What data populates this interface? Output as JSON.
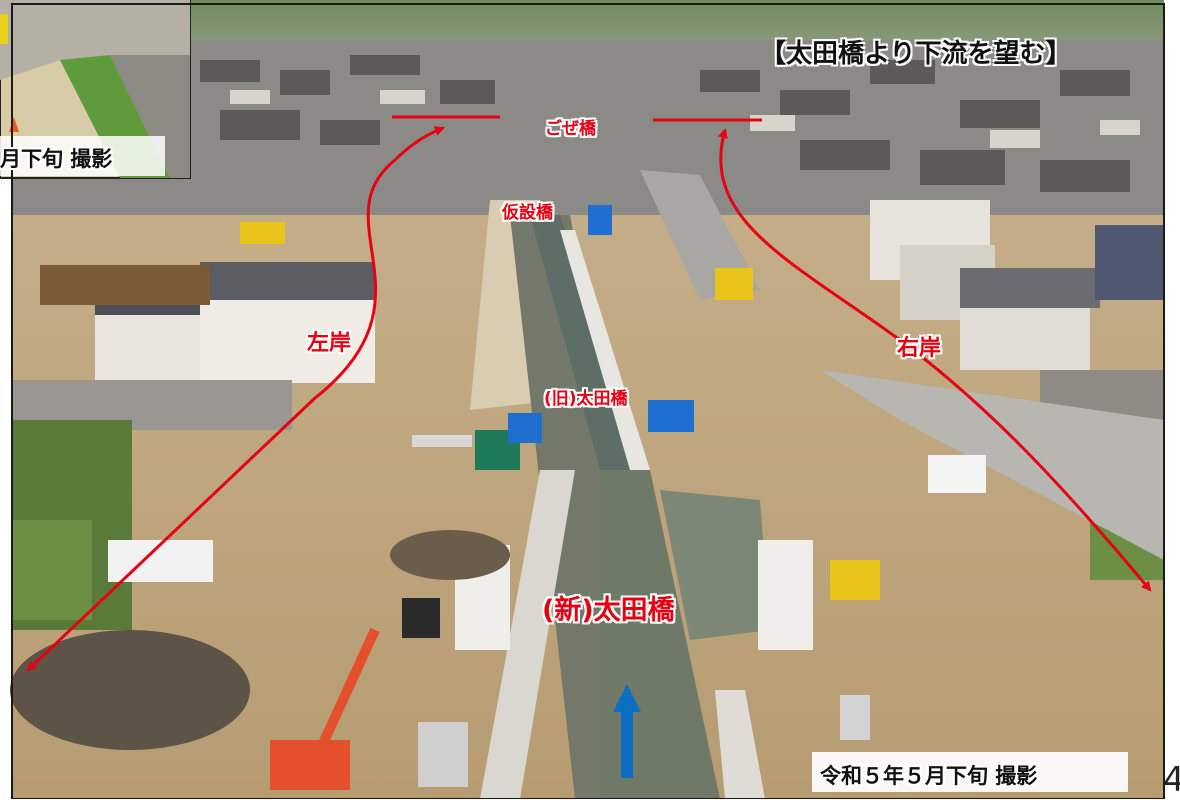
{
  "title": "【太田橋より下流を望む】",
  "photo_date": "令和５年５月下旬 撮影",
  "inset_caption": "月下旬 撮影",
  "labels": {
    "goze_bridge": "ごぜ橋",
    "temporary_bridge": "仮設橋",
    "left_bank": "左岸",
    "right_bank": "右岸",
    "old_bridge": "(旧)太田橋",
    "new_bridge": "(新)太田橋"
  },
  "edge_glyph": "4",
  "colors": {
    "annotation_red": "#e60012",
    "flow_arrow_blue": "#0a6fc2"
  }
}
